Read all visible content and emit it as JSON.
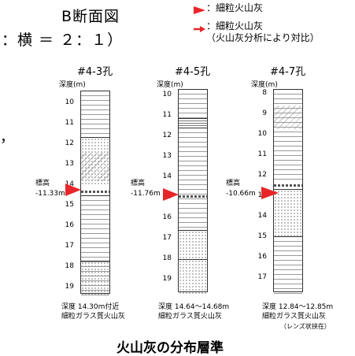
{
  "header": {
    "title": "B断面図",
    "scale": "：横 ＝ ２：１）",
    "bullet": "，"
  },
  "legend": {
    "item1": "：細粒火山灰",
    "item2_line1": "：細粒火山灰",
    "item2_line2": "（火山灰分析により対比）",
    "color": "#e8262a"
  },
  "holes": [
    {
      "name": "#4-3孔",
      "depth_label": "深度(m)",
      "ticks": [
        "10",
        "11",
        "12",
        "13",
        "14",
        "15",
        "16",
        "17",
        "18",
        "19"
      ],
      "elev_label": "標高",
      "elev_value": "-11.33m",
      "note1": "深度 14.30m付近",
      "note2": "細粒ガラス質火山灰",
      "note3": ""
    },
    {
      "name": "#4-5孔",
      "depth_label": "深度(m)",
      "ticks": [
        "10",
        "11",
        "12",
        "13",
        "14",
        "15",
        "16",
        "17",
        "18",
        "19"
      ],
      "elev_label": "標高",
      "elev_value": "-11.76m",
      "note1": "深度 14.64～14.68m",
      "note2": "細粒ガラス質火山灰",
      "note3": ""
    },
    {
      "name": "#4-7孔",
      "depth_label": "深度(m)",
      "ticks": [
        "8",
        "9",
        "10",
        "11",
        "12",
        "13",
        "14",
        "15",
        "16",
        "17"
      ],
      "elev_label": "標高",
      "elev_value": "-10.66m",
      "note1": "深度 12.84～12.85m",
      "note2": "細粒ガラス質火山灰",
      "note3": "（レンズ状挟在）"
    }
  ],
  "footer": {
    "caption": "火山灰の分布層準"
  }
}
